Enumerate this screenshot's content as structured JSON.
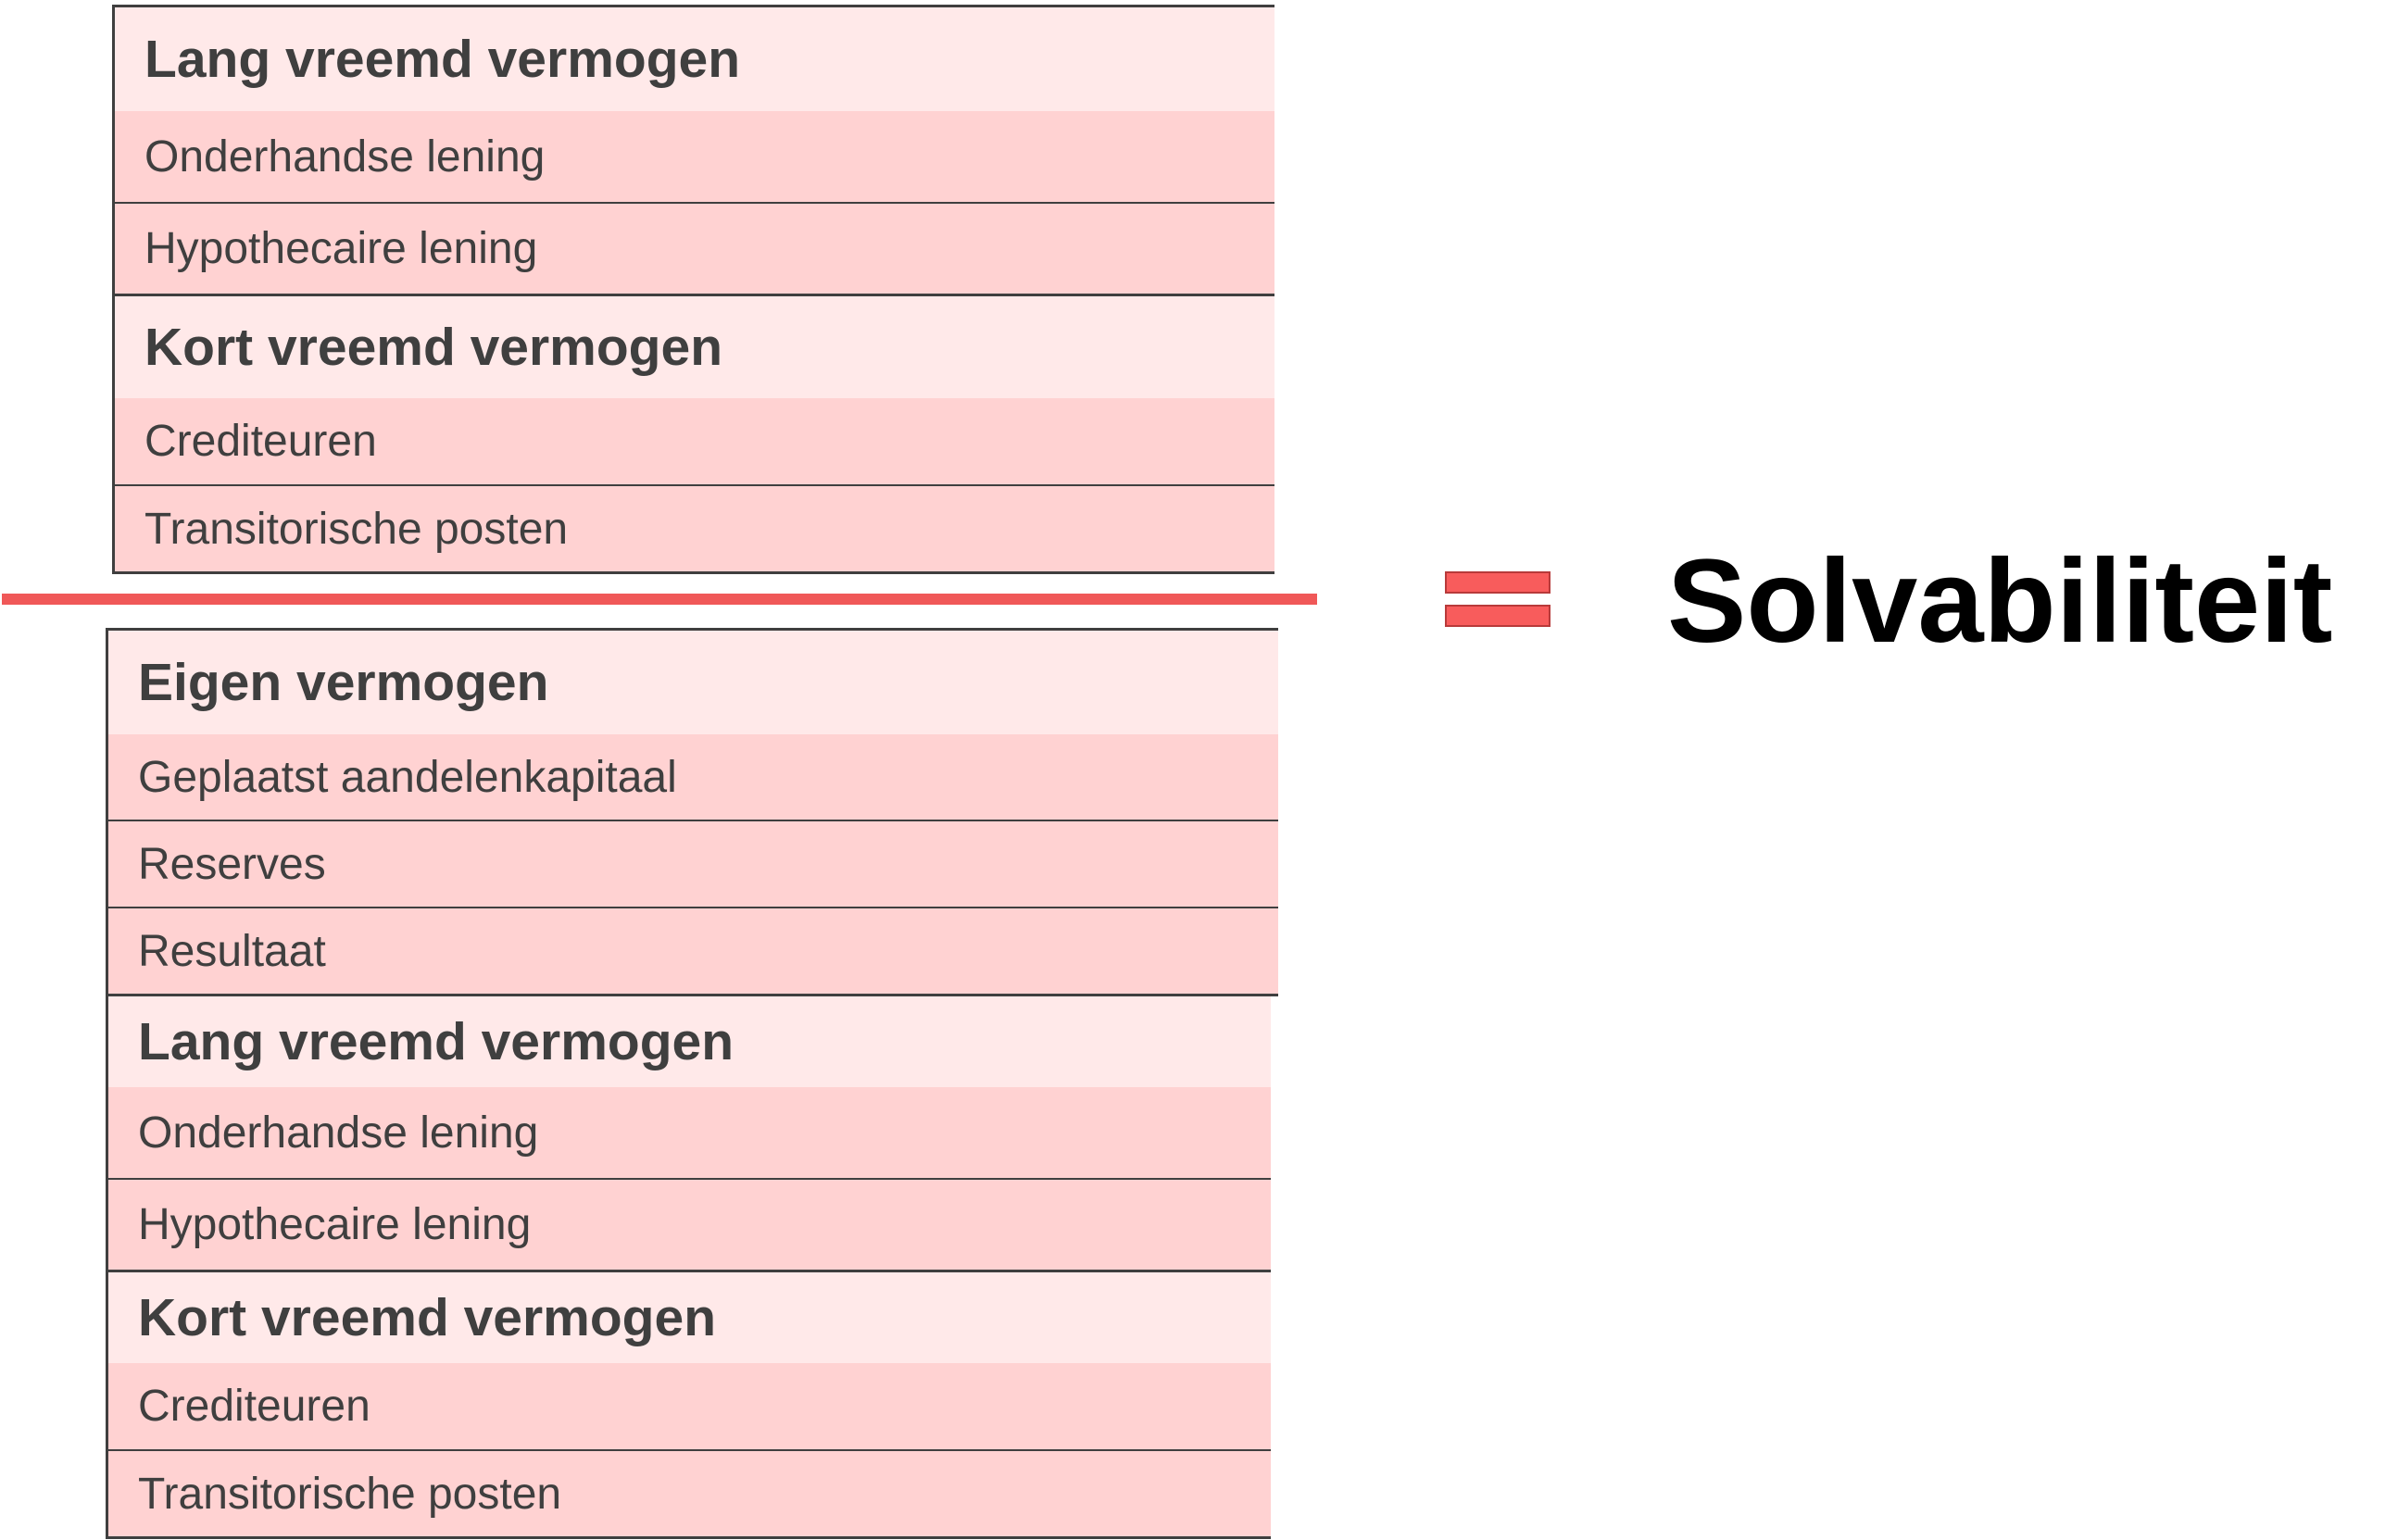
{
  "numerator": {
    "groups": [
      {
        "title": "Lang vreemd vermogen",
        "items": [
          "Onderhandse lening",
          "Hypothecaire lening"
        ]
      },
      {
        "title": "Kort vreemd vermogen",
        "items": [
          "Crediteuren",
          "Transitorische posten"
        ]
      }
    ]
  },
  "denominator": {
    "groups": [
      {
        "title": "Eigen vermogen",
        "items": [
          "Geplaatst aandelenkapitaal",
          "Reserves",
          "Resultaat"
        ]
      },
      {
        "title": "Lang vreemd vermogen",
        "items": [
          "Onderhandse lening",
          "Hypothecaire lening"
        ]
      },
      {
        "title": "Kort vreemd vermogen",
        "items": [
          "Crediteuren",
          "Transitorische posten"
        ]
      }
    ]
  },
  "operator": "=",
  "result_label": "Solvabiliteit",
  "colors": {
    "header_fill": "#ffe9e9",
    "item_fill": "#ffd2d2",
    "divider": "#f05858",
    "equals_fill": "#f85c5c",
    "text": "#3f3f3f",
    "result_text": "#000000"
  }
}
